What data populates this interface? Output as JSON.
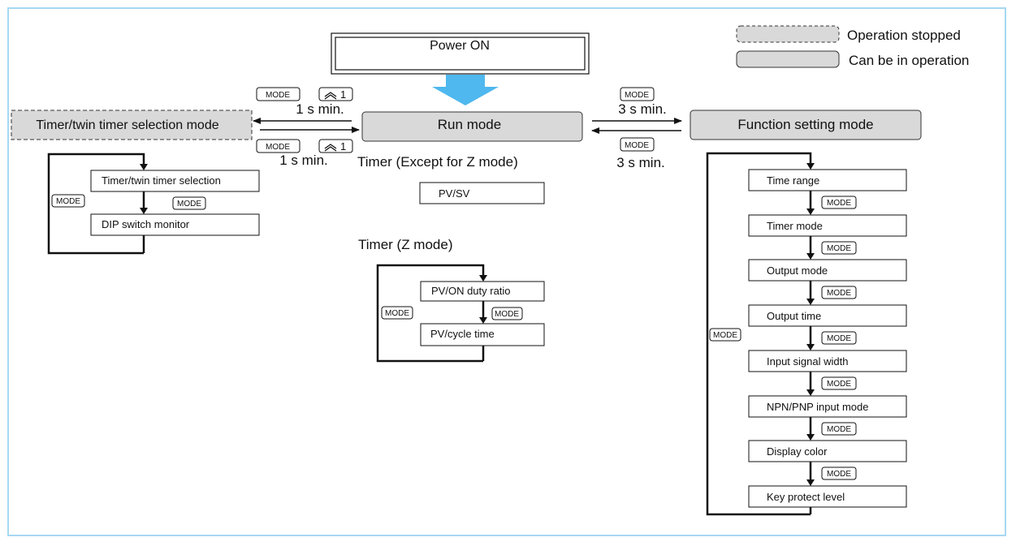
{
  "legend": {
    "stopped_label": "Operation stopped",
    "operation_label": "Can be in operation"
  },
  "power_on": "Power ON",
  "modes": {
    "run": "Run mode",
    "timer_select": "Timer/twin timer selection mode",
    "function_setting": "Function setting mode"
  },
  "keys": {
    "mode": "MODE",
    "up1": "1"
  },
  "transitions": {
    "left_top_time": "1 s min.",
    "left_bottom_time": "1 s min.",
    "right_top_time": "3 s min.",
    "right_bottom_time": "3 s min."
  },
  "timer_except_z": {
    "heading": "Timer (Except for Z mode)",
    "items": [
      "PV/SV"
    ]
  },
  "timer_z": {
    "heading": "Timer (Z mode)",
    "items": [
      "PV/ON duty ratio",
      "PV/cycle time"
    ]
  },
  "timer_select_items": [
    "Timer/twin timer selection",
    "DIP switch monitor"
  ],
  "function_items": [
    "Time range",
    "Timer mode",
    "Output mode",
    "Output time",
    "Input signal width",
    "NPN/PNP input mode",
    "Display color",
    "Key protect level"
  ],
  "colors": {
    "frame": "#a6d8f2",
    "mode_box_fill": "#d9d9d9",
    "power_arrow": "#4fb8ee"
  }
}
